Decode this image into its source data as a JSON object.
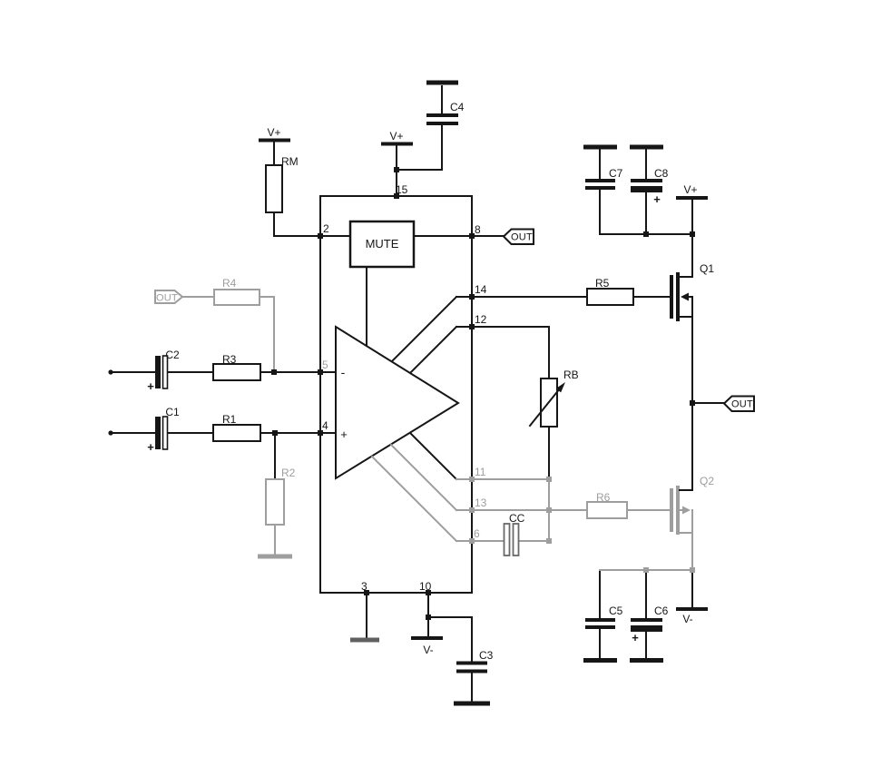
{
  "colors": {
    "background": "#ffffff",
    "wire_black": "#161616",
    "wire_gray": "#9e9e9e",
    "ground_dark_gray": "#606060"
  },
  "power": {
    "v_plus": "V+",
    "v_minus": "V-"
  },
  "tags": {
    "out": "OUT"
  },
  "ic": {
    "mute_label": "MUTE",
    "inverting_input_mark": "-",
    "noninverting_input_mark": "+",
    "pins": {
      "p2": "2",
      "p3": "3",
      "p4": "4",
      "p5": "5",
      "p6": "6",
      "p8": "8",
      "p10": "10",
      "p11": "11",
      "p12": "12",
      "p13": "13",
      "p14": "14",
      "p15": "15"
    }
  },
  "components": {
    "rm": "RM",
    "r1": "R1",
    "r2": "R2",
    "r3": "R3",
    "r4": "R4",
    "r5": "R5",
    "r6": "R6",
    "rb": "RB",
    "cc": "CC",
    "c1": "C1",
    "c2": "C2",
    "c3": "C3",
    "c4": "C4",
    "c5": "C5",
    "c6": "C6",
    "c7": "C7",
    "c8": "C8",
    "q1": "Q1",
    "q2": "Q2"
  },
  "marks": {
    "polarity_plus": "+"
  }
}
